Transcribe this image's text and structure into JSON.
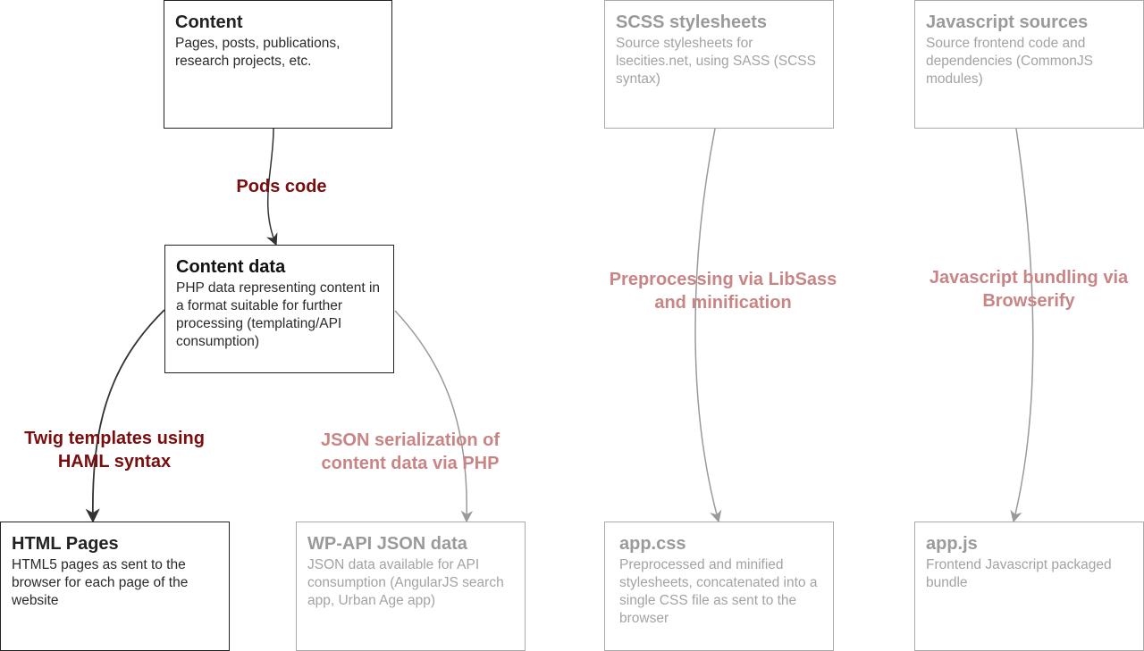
{
  "nodes": {
    "content": {
      "title": "Content",
      "desc": "Pages, posts, publications, research projects, etc."
    },
    "content_data": {
      "title": "Content data",
      "desc": "PHP data representing content in a format suitable for further processing (templating/API consumption)"
    },
    "html_pages": {
      "title": "HTML Pages",
      "desc": "HTML5 pages as sent to the browser for each page of the website"
    },
    "wp_api": {
      "title": "WP-API JSON data",
      "desc": "JSON data available for API consumption (AngularJS search app, Urban Age app)"
    },
    "scss": {
      "title": "SCSS stylesheets",
      "desc": "Source stylesheets for lsecities.net, using SASS (SCSS syntax)"
    },
    "app_css": {
      "title": "app.css",
      "desc": "Preprocessed and minified stylesheets, concatenated into a single CSS file as sent to the browser"
    },
    "js_sources": {
      "title": "Javascript sources",
      "desc": "Source frontend code and dependencies (CommonJS modules)"
    },
    "app_js": {
      "title": "app.js",
      "desc": "Frontend Javascript packaged bundle"
    }
  },
  "edges": {
    "pods_code": "Pods code",
    "twig": "Twig templates using HAML syntax",
    "json_serialization": "JSON serialization of content data via PHP",
    "preprocessing": "Preprocessing via LibSass and minification",
    "bundling": "Javascript bundling via Browserify"
  },
  "colors": {
    "active_edge": "#333333",
    "faded_edge": "#9a9a9a",
    "active_label": "#7a0d0d",
    "faded_label": "#c98585"
  }
}
